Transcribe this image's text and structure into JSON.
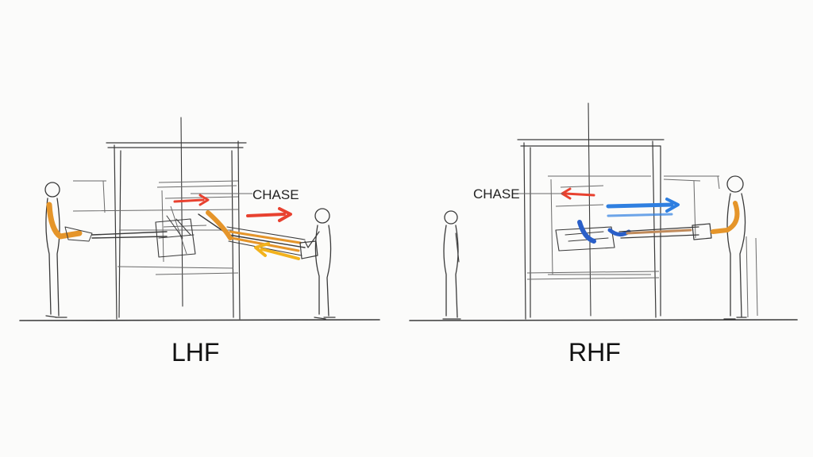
{
  "panels": {
    "left": {
      "label": "LHF",
      "annotation": "CHASE"
    },
    "right": {
      "label": "RHF",
      "annotation": "CHASE"
    }
  },
  "colors": {
    "background": "#fbfbfa",
    "pencil": "#3a3a3a",
    "red_arrow": "#e8412f",
    "yellow_arrow": "#f2b21c",
    "blue_arrow": "#2f7fe0",
    "orange_arm": "#e5952a",
    "blue_arm": "#2a5fc8"
  }
}
